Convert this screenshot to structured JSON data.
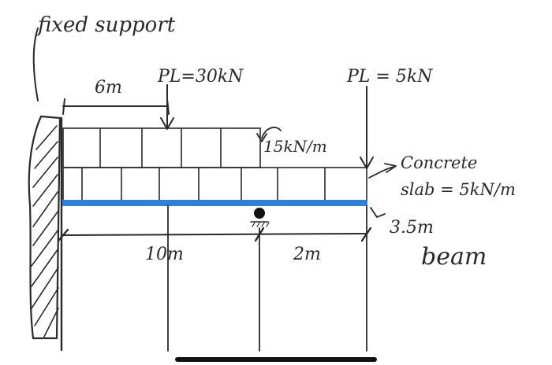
{
  "labels": {
    "fixed_support": "fixed support",
    "dimension_6m": "6m",
    "point_load_1": "PL=30kN",
    "point_load_2": "PL = 5kN",
    "udl_upper": "15kN/m",
    "concrete": "Concrete",
    "slab": "slab = 5kN/m",
    "beam_length": "3.5m",
    "beam": "beam",
    "span_10m": "10m",
    "span_2m": "2m"
  },
  "colors": {
    "ink": "#2a2a2a",
    "beam": "#2f7fd6",
    "home_indicator": "#111111"
  },
  "icons": {
    "roller_support": "roller-support-icon",
    "fixed_wall": "hatched-wall-icon"
  }
}
